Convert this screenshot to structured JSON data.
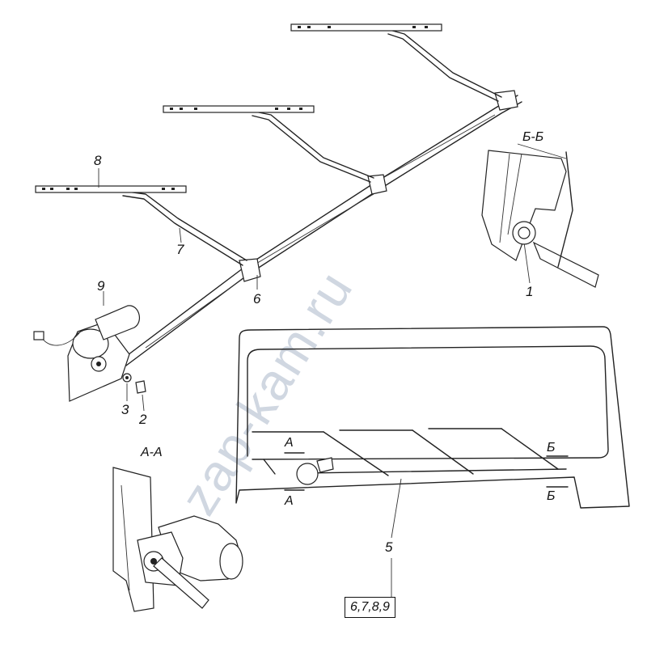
{
  "labels": {
    "p1": "1",
    "p2": "2",
    "p3": "3",
    "p5": "5",
    "p6": "6",
    "p7": "7",
    "p8": "8",
    "p9": "9",
    "section_bb": "Б-Б",
    "section_aa": "А-А",
    "cut_a_top": "А",
    "cut_a_bot": "А",
    "cut_b_top": "Б",
    "cut_b_bot": "Б",
    "group_box": "6,7,8,9"
  },
  "watermark": "zap-kam.ru"
}
